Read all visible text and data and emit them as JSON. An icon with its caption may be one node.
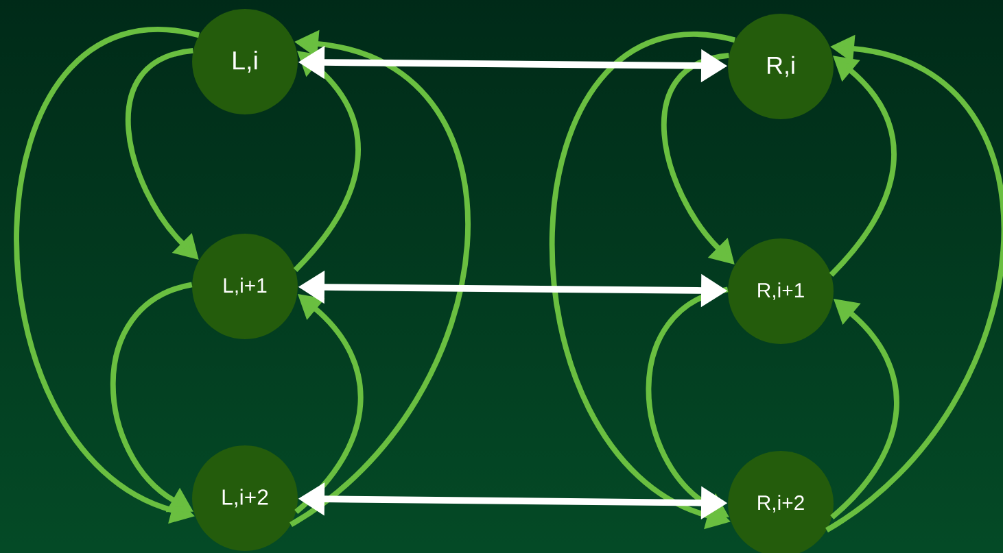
{
  "diagram": {
    "nodes": [
      {
        "text": [
          "L,i"
        ]
      },
      {
        "text": [
          "L,i+1"
        ]
      },
      {
        "text": [
          "L,i+2"
        ]
      },
      {
        "text": [
          "R,i"
        ]
      },
      {
        "text": [
          "R,i+1"
        ]
      },
      {
        "text": [
          "R,i+2"
        ]
      }
    ],
    "edges": [
      {
        "from": 0,
        "to": 1,
        "arrow": "to"
      },
      {
        "from": 0,
        "to": 2,
        "arrow": "to"
      },
      {
        "from": 1,
        "to": 2,
        "arrow": "to"
      },
      {
        "from": 1,
        "to": 0,
        "arrow": "to"
      },
      {
        "from": 2,
        "to": 1,
        "arrow": "to"
      },
      {
        "from": 2,
        "to": 0,
        "arrow": "to"
      },
      {
        "from": 3,
        "to": 4,
        "arrow": "to"
      },
      {
        "from": 3,
        "to": 5,
        "arrow": "to"
      },
      {
        "from": 4,
        "to": 5,
        "arrow": "to"
      },
      {
        "from": 4,
        "to": 3,
        "arrow": "to"
      },
      {
        "from": 5,
        "to": 4,
        "arrow": "to"
      },
      {
        "from": 5,
        "to": 3,
        "arrow": "to"
      },
      {
        "from": 0,
        "to": 3,
        "arrow": "both",
        "color": "#ffffff"
      },
      {
        "from": 1,
        "to": 4,
        "arrow": "both",
        "color": "#ffffff"
      },
      {
        "from": 2,
        "to": 5,
        "arrow": "both",
        "color": "#ffffff"
      }
    ]
  }
}
